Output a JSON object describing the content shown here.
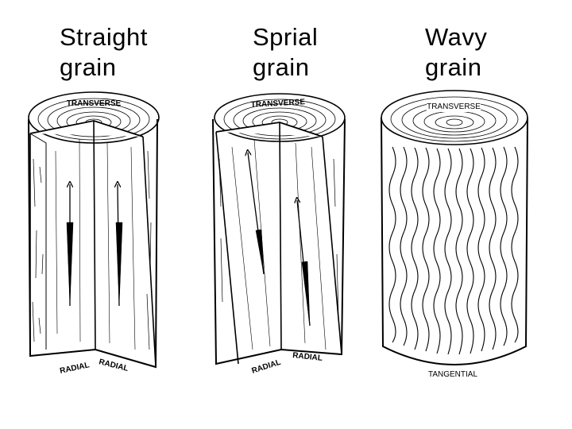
{
  "columns": [
    {
      "title": "Straight grain",
      "labels": {
        "top": "TRANSVERSE",
        "left": "RADIAL",
        "right": "RADIAL"
      }
    },
    {
      "title": "Sprial grain",
      "labels": {
        "top": "TRANSVERSE",
        "left": "RADIAL",
        "right": "RADIAL"
      }
    },
    {
      "title": "Wavy grain",
      "labels": {
        "top": "TRANSVERSE",
        "bottom": "TANGENTIAL"
      }
    }
  ],
  "colors": {
    "ink": "#000000",
    "paper": "#ffffff"
  }
}
